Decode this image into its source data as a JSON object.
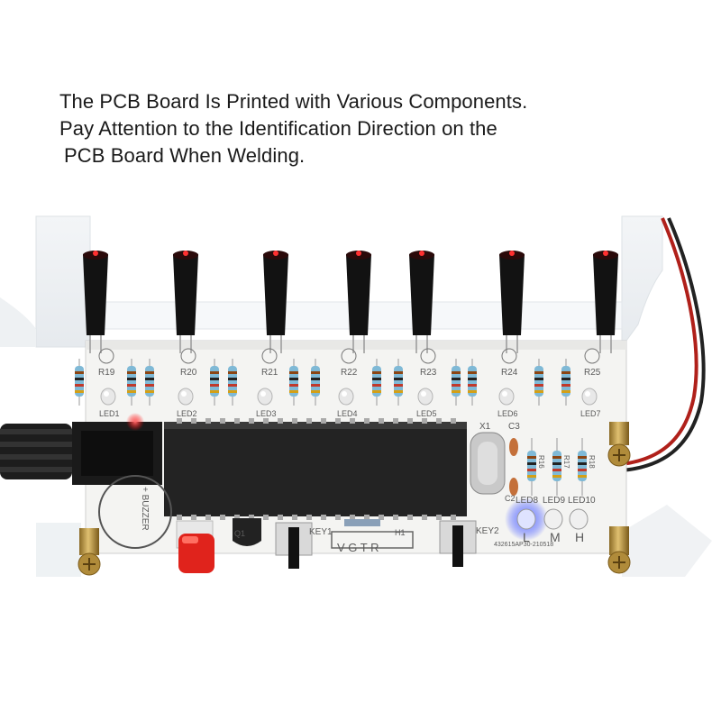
{
  "caption": {
    "line1": "The PCB Board Is Printed with Various Components.",
    "line2": "Pay Attention to the Identification Direction on the",
    "line3": "PCB Board When Welding."
  },
  "board": {
    "resistor_labels": [
      "R19",
      "R20",
      "R21",
      "R22",
      "R23",
      "R24",
      "R25"
    ],
    "led_labels": [
      "LED1",
      "LED2",
      "LED3",
      "LED4",
      "LED5",
      "LED6",
      "LED7"
    ],
    "crystal_label": "X1",
    "cap_labels": [
      "C3",
      "C2"
    ],
    "right_resistors": [
      "R16",
      "R17",
      "R18"
    ],
    "indicator_leds": [
      "LED8",
      "LED9",
      "LED10"
    ],
    "indicator_marks": [
      "L",
      "M",
      "H"
    ],
    "buzzer_label": "+ BUZZER",
    "transistor_label": "Q1",
    "key_labels": [
      "KEY1",
      "KEY2"
    ],
    "header_label": "H1",
    "header_pins": "V G T R",
    "serial_text": "432615AP30-210518"
  },
  "colors": {
    "pcb": "#f4f4f2",
    "ic_chip": "#222222",
    "heat_shrink": "#111111",
    "red_button": "#e0231c",
    "brass": "#b8913e",
    "blue_led_glow": "#4a5cff"
  }
}
